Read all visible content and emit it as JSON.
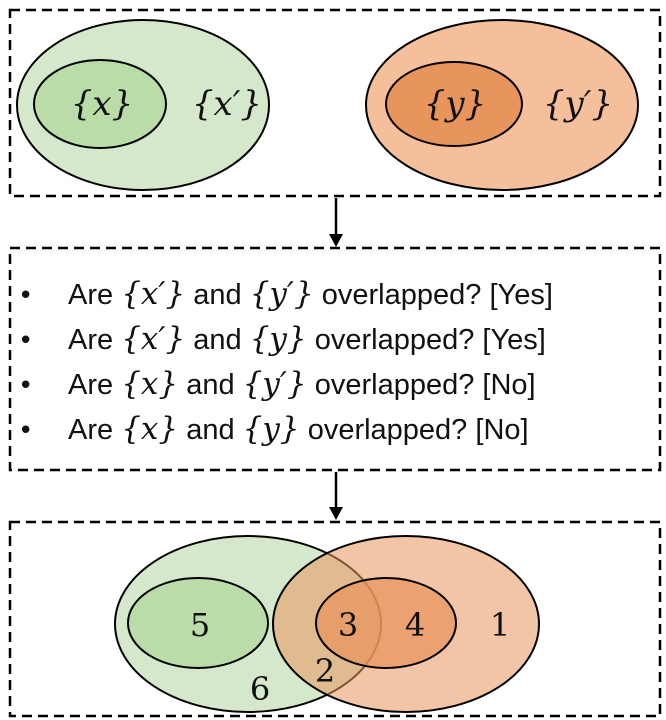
{
  "top_panel": {
    "left_set": {
      "inner_label": "{x}",
      "outer_label": "{x′}"
    },
    "right_set": {
      "inner_label": "{y}",
      "outer_label": "{y′}"
    }
  },
  "questions": [
    {
      "prefix": "Are",
      "a": "{x′}",
      "mid": "and",
      "b": "{y′}",
      "suffix": "overlapped?",
      "answer": "[Yes]"
    },
    {
      "prefix": "Are",
      "a": "{x′}",
      "mid": "and",
      "b": "{y}",
      "suffix": "overlapped?",
      "answer": "[Yes]"
    },
    {
      "prefix": "Are",
      "a": "{x}",
      "mid": "and",
      "b": "{y′}",
      "suffix": "overlapped?",
      "answer": "[No]"
    },
    {
      "prefix": "Are",
      "a": "{x}",
      "mid": "and",
      "b": "{y}",
      "suffix": "overlapped?",
      "answer": "[No]"
    }
  ],
  "bottom_panel": {
    "region_labels": [
      "1",
      "2",
      "3",
      "4",
      "5",
      "6"
    ]
  },
  "colors": {
    "green_outer": "#d5e8cc",
    "green_inner": "#b9dca8",
    "orange_outer": "#f5bf9b",
    "orange_inner": "#e8955d",
    "stroke": "#000000"
  }
}
